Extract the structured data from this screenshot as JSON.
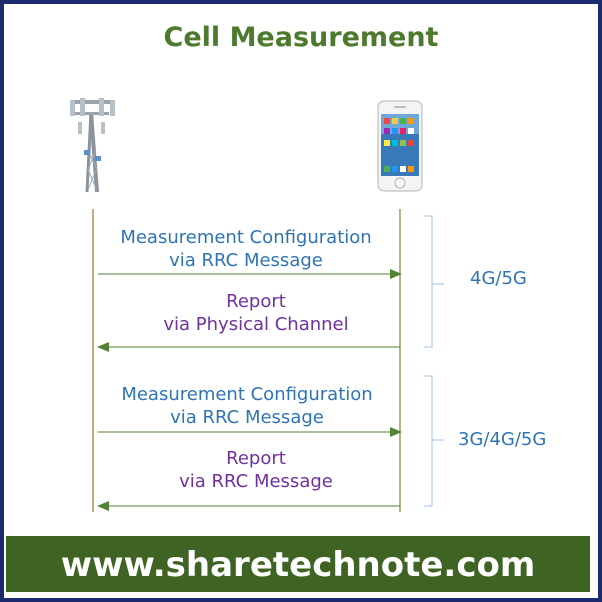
{
  "title": "Cell Measurement",
  "messages": [
    {
      "line1": "Measurement Configuration",
      "line2": "via RRC Message",
      "color": "#2e74b5"
    },
    {
      "line1": "Report",
      "line2": "via Physical Channel",
      "color": "#7030a0"
    },
    {
      "line1": "Measurement Configuration",
      "line2": "via RRC Message",
      "color": "#2e74b5"
    },
    {
      "line1": "Report",
      "line2": "via RRC Message",
      "color": "#7030a0"
    }
  ],
  "groups": [
    {
      "label": "4G/5G"
    },
    {
      "label": "3G/4G/5G"
    }
  ],
  "footer": "www.sharetechnote.com",
  "colors": {
    "title": "#4e7a2d",
    "lifeline": "#7f6000",
    "arrow": "#548235",
    "bracket": "#2e74b5",
    "footer_bg": "#3f6323",
    "border": "#1c2a6e"
  },
  "icons": {
    "left": "cell-tower-icon",
    "right": "smartphone-icon"
  }
}
